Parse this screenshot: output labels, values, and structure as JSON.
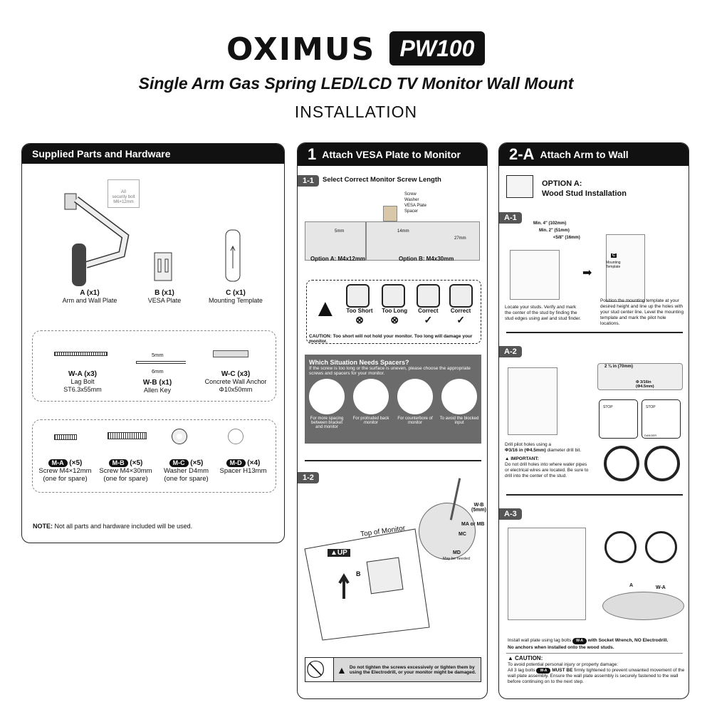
{
  "header": {
    "brand": "OXIMUS",
    "model": "PW100",
    "subtitle": "Single Arm Gas Spring LED/LCD TV Monitor Wall Mount",
    "heading": "INSTALLATION"
  },
  "parts": {
    "title": "Supplied Parts and Hardware",
    "security_bolt": {
      "id": "A0",
      "name": "security bolt",
      "size": "M6×12mm"
    },
    "main": [
      {
        "code": "A (x1)",
        "name": "Arm and Wall Plate"
      },
      {
        "code": "B (x1)",
        "name": "VESA Plate"
      },
      {
        "code": "C (x1)",
        "name": "Mounting Template"
      }
    ],
    "wall": [
      {
        "code": "W-A (x3)",
        "name": "Lag Bolt",
        "size": "ST6.3x55mm"
      },
      {
        "code": "W-B (x1)",
        "name": "Allen Key",
        "size": ""
      },
      {
        "code": "W-C (x3)",
        "name": "Concrete Wall Anchor",
        "size": "Φ10x50mm"
      }
    ],
    "allen_sizes": [
      "5mm",
      "6mm"
    ],
    "monitor": [
      {
        "code": "M-A",
        "qty": "(×5)",
        "name": "Screw M4×12mm",
        "note": "(one for spare)"
      },
      {
        "code": "M-B",
        "qty": "(×5)",
        "name": "Screw M4×30mm",
        "note": "(one for spare)"
      },
      {
        "code": "M-C",
        "qty": "(×5)",
        "name": "Washer D4mm",
        "note": "(one for spare)"
      },
      {
        "code": "M-D",
        "qty": "(×4)",
        "name": "Spacer H13mm",
        "note": ""
      }
    ],
    "note_label": "NOTE:",
    "note": "Not all parts and hardware included will be used."
  },
  "step1": {
    "num": "1",
    "title": "Attach VESA Plate to Monitor",
    "s11": {
      "tag": "1-1",
      "title": "Select Correct Monitor Screw Length",
      "labels": [
        "Screw",
        "Washer",
        "VESA Plate",
        "Spacer"
      ],
      "depths": [
        "5mm",
        "14mm",
        "27mm"
      ],
      "optA": "Option A: M4x12mm",
      "optB": "Option B: M4x30mm"
    },
    "checks": [
      "Too Short",
      "Too Long",
      "Correct",
      "Correct"
    ],
    "caution": "CAUTION: Too short will not hold your monitor. Too long will damage your monitor.",
    "spacers": {
      "title": "Which Situation Needs Spacers?",
      "desc": "If the screw is too long or the surface is uneven, please choose the appropriate screws and spacers for your monitor.",
      "items": [
        "For more spacing between bracket and monitor",
        "For protruded back monitor",
        "For counterbore of monitor",
        "To avoid the blocked input"
      ]
    },
    "s12": {
      "tag": "1-2",
      "top": "Top of Monitor",
      "up": "UP",
      "b": "B",
      "wb": "W-B (5mm)",
      "ma": "MA or MB",
      "mc": "MC",
      "md": "MD",
      "md_note": "May be needed"
    },
    "warning": "Do not tighten the screws excessively or tighten them by using the Electrodrill, or your monitor might be damaged."
  },
  "step2": {
    "num": "2-A",
    "title": "Attach Arm to Wall",
    "option": "OPTION A:",
    "option_name": "Wood Stud Installation",
    "a1": {
      "tag": "A-1",
      "dims": [
        "Min. 4\" (102mm)",
        "Min. 2\" (51mm)",
        "<5/8\" (16mm)"
      ],
      "c": "C",
      "template": "Mounting Template",
      "left": "Locate your studs. Verify and mark the center of the stud by finding the stud edges using awl and stud finder.",
      "right": "Position the mounting template at your desired height and line up the holes with your stud center line. Level the mounting template and mark the pilot hole locations."
    },
    "a2": {
      "tag": "A-2",
      "depth": "2 ¾ in (70mm)",
      "bit": "Φ 3/16in (Φ4.5mm)",
      "stop": "STOP",
      "danger": "DANGER",
      "text1": "Drill pilot holes using a",
      "bold": "Φ3/16 in (Φ4.5mm)",
      "text2": "diameter drill bit.",
      "important": "IMPORTANT:",
      "imp_text": "Do not drill holes into where water pipes or electrical wires are located. Be sure to drill into the center of the stud."
    },
    "a3": {
      "tag": "A-3",
      "a": "A",
      "wa": "W-A",
      "install1": "Install wall plate using lag bolts",
      "pill": "W-A",
      "install2": "with Socket Wrench, NO Electrodrill.",
      "install3": "No anchors when installed onto the wood studs.",
      "caution": "CAUTION:",
      "c1": "To avoid potential personal injury or property damage:",
      "c2a": "All 3 lag bolts",
      "c2b": "MUST BE",
      "c2c": "firmly tightened to prevent unwanted movement of the wall plate assembly. Ensure the wall plate assembly is securely fastened to the wall before continuing on to the next step."
    }
  }
}
